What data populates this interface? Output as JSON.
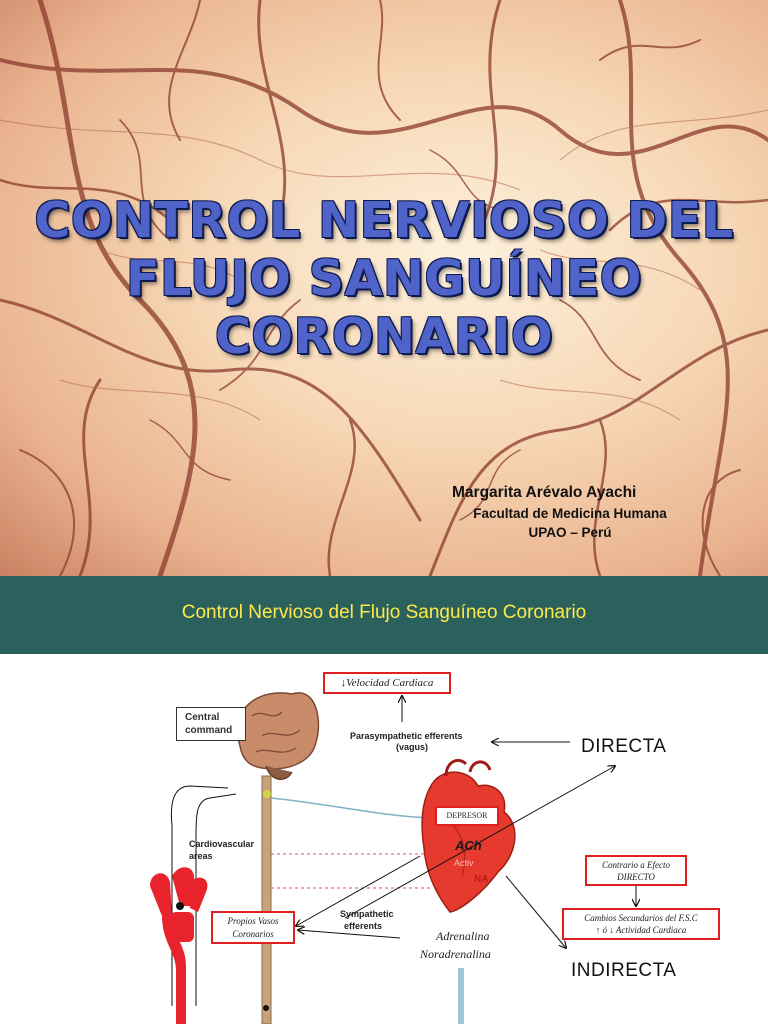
{
  "slide1": {
    "title_lines": [
      "CONTROL NERVIOSO DEL",
      "FLUJO SANGUÍNEO",
      "CORONARIO"
    ],
    "author": "Margarita Arévalo Ayachi",
    "faculty": "Facultad de Medicina Humana",
    "university": "UPAO – Perú",
    "colors": {
      "title": "#4f63c9",
      "title_outline": "#0d1a4f",
      "vessels": "#8a3b2c"
    }
  },
  "slide2": {
    "banner_title": "Control Nervioso del Flujo Sanguíneo Coronario",
    "colors": {
      "banner": "#2b615d",
      "banner_text": "#ffe84a",
      "box_border": "#e02020",
      "artery": "#e8232c",
      "heart": "#e63a2e"
    },
    "labels": {
      "velocidad": "Velocidad Cardiaca",
      "central_command": "Central command",
      "parasympathetic": "Parasympathetic efferents",
      "vagus": "(vagus)",
      "directa": "DIRECTA",
      "depresor": "DEPRESOR",
      "cardiovascular": "Cardiovascular areas",
      "ach": "ACh",
      "activ": "Activ",
      "na": "NA",
      "contrario_1": "Contrario a Efecto",
      "contrario_2": "DIRECTO",
      "propios_1": "Propios Vasos",
      "propios_2": "Coronarios",
      "sympathetic_1": "Sympathetic",
      "sympathetic_2": "efferents",
      "cambios_1": "Cambios Secundarios del F.S.C",
      "cambios_2": "ó",
      "cambios_3": "Actividad Cardiaca",
      "adrenalina": "Adrenalina",
      "noradrenalina": "Noradrenalina",
      "indirecta": "INDIRECTA"
    }
  }
}
